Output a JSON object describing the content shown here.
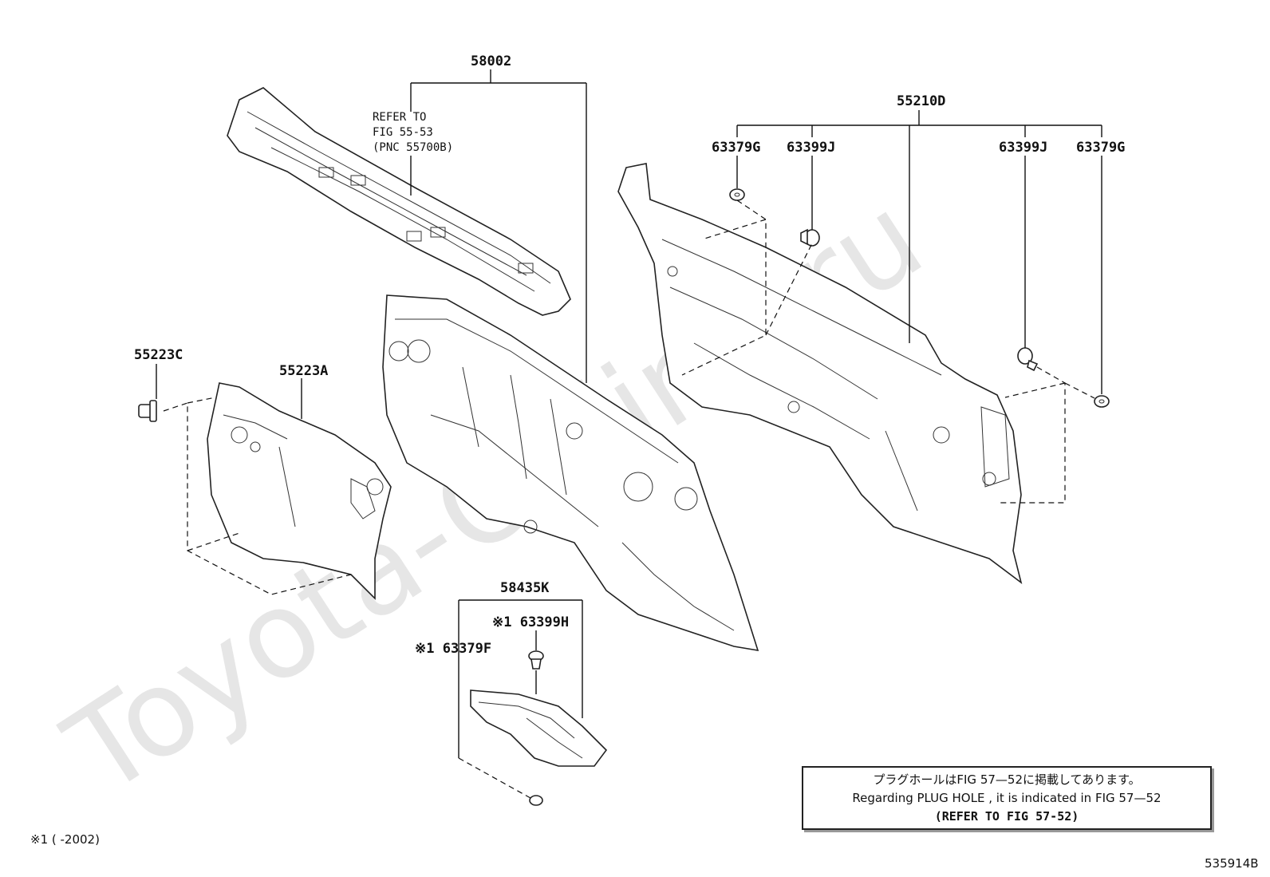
{
  "watermark": "Toyota-Online.ru",
  "labels": {
    "p58002": "58002",
    "p55210D": "55210D",
    "p63379G_left": "63379G",
    "p63399J_left": "63399J",
    "p63399J_right": "63399J",
    "p63379G_right": "63379G",
    "p55223C": "55223C",
    "p55223A": "55223A",
    "p58435K": "58435K",
    "p63399H": "※1 63399H",
    "p63379F": "※1 63379F"
  },
  "refer": {
    "line1": "REFER TO",
    "line2": "FIG 55-53",
    "line3": "(PNC 55700B)"
  },
  "note": {
    "line1": "プラグホールはFIG 57—52に掲載してあります。",
    "line2": "Regarding PLUG HOLE , it is indicated in FIG 57—52",
    "line3": "(REFER TO FIG 57-52)"
  },
  "footnote": "※1 (      -2002)",
  "drawing_id": "535914B"
}
